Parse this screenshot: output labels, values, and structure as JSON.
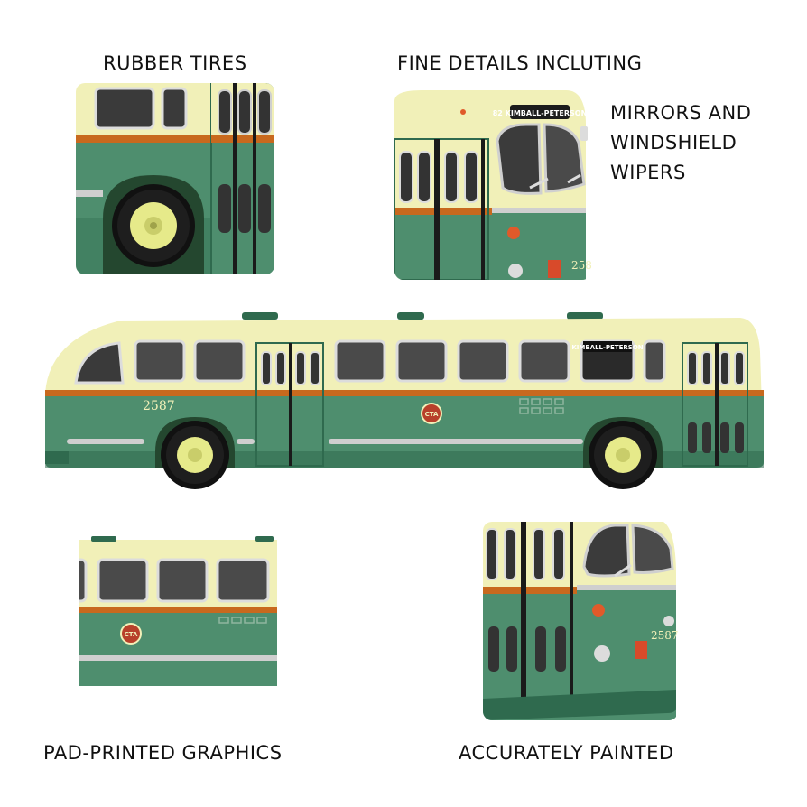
{
  "captions": {
    "rubber_tires": "RUBBER TIRES",
    "fine_details_line1": "FINE DETAILS INCLUTING",
    "fine_details_line2": "MIRRORS AND",
    "fine_details_line3": "WINDSHIELD",
    "fine_details_line4": "WIPERS",
    "pad_printed": "PAD-PRINTED GRAPHICS",
    "accurately_painted": "ACCURATELY PAINTED"
  },
  "bus": {
    "fleet_number": "2587",
    "destination_sign": "KIMBALL-PETERSON",
    "route_sign": "82 KIMBALL-PETERSON",
    "logo_text": "CTA"
  },
  "colors": {
    "cream": "#F1F0B8",
    "green": "#4E8E6E",
    "dark_green": "#2F6A4E",
    "orange_stripe": "#C8691E",
    "chrome": "#CFCFCF",
    "hubcap": "#E6EA8A"
  }
}
